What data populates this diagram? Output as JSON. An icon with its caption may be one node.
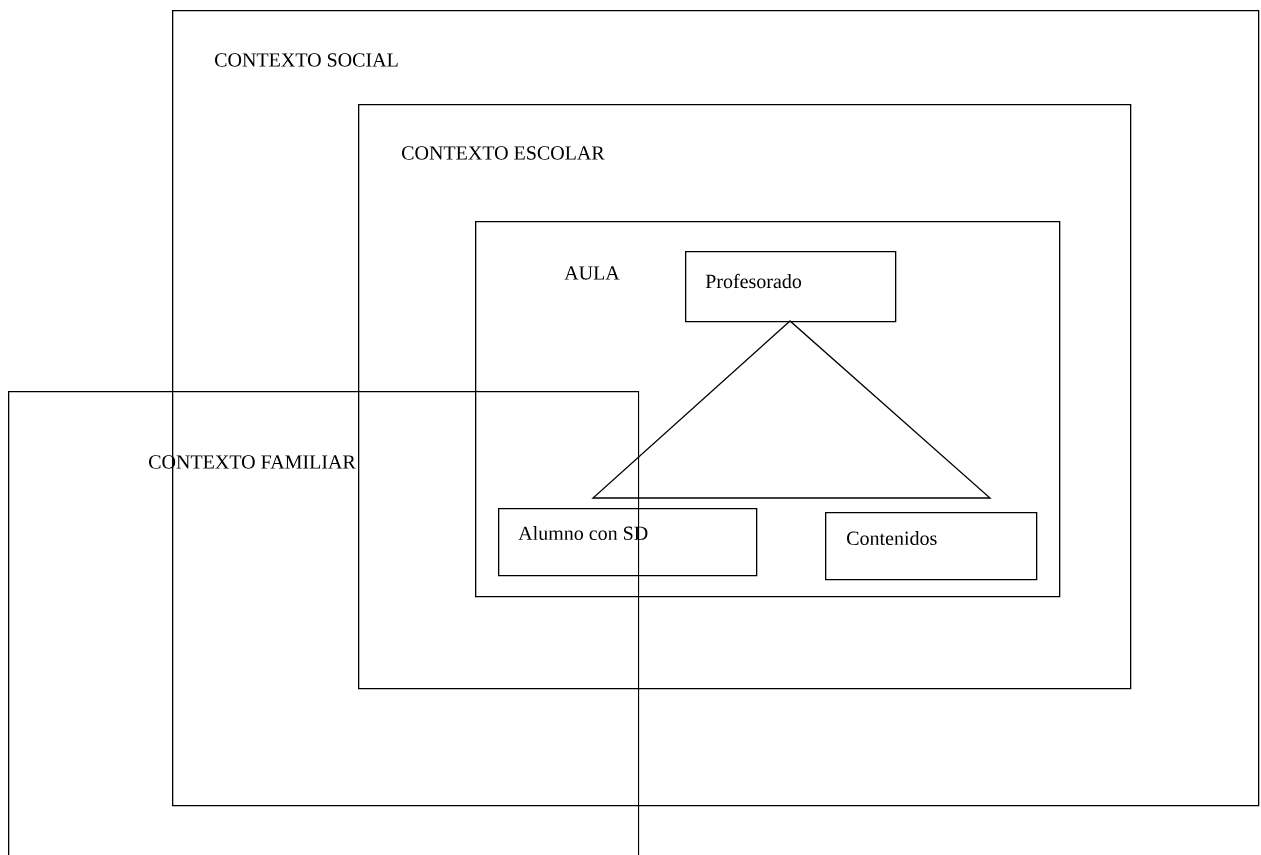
{
  "diagram": {
    "nodes": [
      {
        "text": [
          "CONTEXTO SOCIAL"
        ]
      },
      {
        "text": [
          "CONTEXTO ESCOLAR"
        ],
        "in": 0
      },
      {
        "text": [
          "AULA"
        ],
        "in": 1
      },
      {
        "text": [
          "Profesorado"
        ],
        "in": 2
      },
      {
        "text": [
          "Alumno con SD"
        ],
        "in": 2
      },
      {
        "text": [
          "Contenidos"
        ],
        "in": 2
      },
      {
        "text": [
          "CONTEXTO FAMILIAR"
        ]
      }
    ]
  }
}
